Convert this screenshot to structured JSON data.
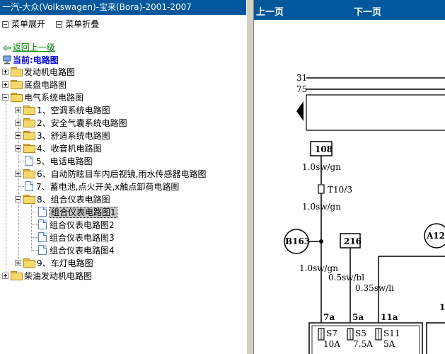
{
  "left": {
    "title": "一汽-大众(Volkswagen)-宝来(Bora)-2001-2007",
    "menu_expand": "菜单展开",
    "menu_collapse": "菜单折叠",
    "back": "返回上一级",
    "current": "当前:电路图",
    "tree": [
      {
        "label": "发动机电路图"
      },
      {
        "label": "底盘电路图"
      },
      {
        "label": "电气系统电路图"
      },
      {
        "label": "1、空调系统电路图"
      },
      {
        "label": "2、安全气囊系统电路图"
      },
      {
        "label": "3、舒适系统电路图"
      },
      {
        "label": "4、收音机电路图"
      },
      {
        "label": "5、电话电路图"
      },
      {
        "label": "6、自动防眩目车内后视镜,雨水传感器电路图"
      },
      {
        "label": "7、蓄电池,点火开关,x触点卸荷电路图"
      },
      {
        "label": "8、组合仪表电路图"
      },
      {
        "label": "组合仪表电路图1"
      },
      {
        "label": "组合仪表电路图2"
      },
      {
        "label": "组合仪表电路图3"
      },
      {
        "label": "组合仪表电路图4"
      },
      {
        "label": "9、车灯电路图"
      },
      {
        "label": "柴油发动机电路图"
      }
    ]
  },
  "right": {
    "prev": "上一页",
    "next": "下一页",
    "diagram": {
      "l31": "31",
      "l75": "75",
      "box108": "108",
      "w1": "1.0sw/gn",
      "conn": "T10/3",
      "w2": "1.0sw/gn",
      "b163": "B163",
      "box216": "216",
      "a12": "A12",
      "w3": "1.0sw/gn",
      "w4": "0.5sw/bl",
      "w5": "0.35sw/li",
      "p7a": "7a",
      "p5a": "5a",
      "p11a": "11a",
      "p1": "1",
      "s7": "S7",
      "s7a": "10A",
      "s5": "S5",
      "s5a": "7.5A",
      "s11": "S11",
      "s11a": "5A"
    }
  }
}
